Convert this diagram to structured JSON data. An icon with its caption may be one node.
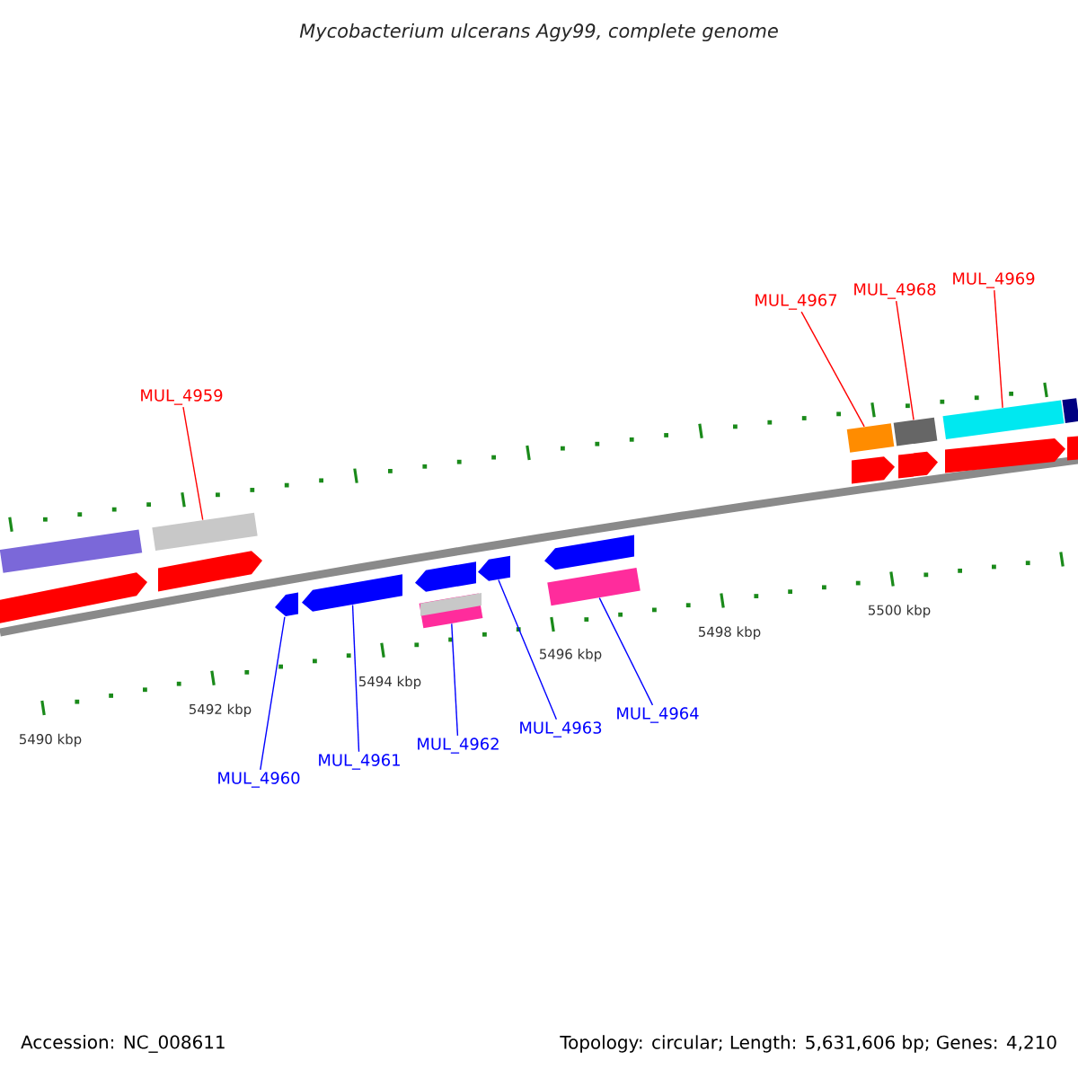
{
  "diagram": {
    "title": "Mycobacterium ulcerans Agy99, complete genome",
    "nodes": [
      {
        "text": [
          "MUL_4959"
        ]
      },
      {
        "text": [],
        "shape": "bar"
      },
      {
        "text": [
          "MUL_4967"
        ]
      },
      {
        "text": [],
        "shape": "bar"
      },
      {
        "text": [
          "MUL_4968"
        ]
      },
      {
        "text": [],
        "shape": "bar"
      },
      {
        "text": [
          "MUL_4969"
        ]
      },
      {
        "text": [],
        "shape": "bar"
      },
      {
        "text": [
          "MUL_4960"
        ]
      },
      {
        "text": [],
        "shape": "arrow"
      },
      {
        "text": [
          "MUL_4961"
        ]
      },
      {
        "text": [],
        "shape": "arrow"
      },
      {
        "text": [
          "MUL_4962"
        ]
      },
      {
        "text": [],
        "shape": "bar"
      },
      {
        "text": [
          "MUL_4963"
        ]
      },
      {
        "text": [],
        "shape": "arrow"
      },
      {
        "text": [
          "MUL_4964"
        ]
      },
      {
        "text": [],
        "shape": "bar"
      },
      {
        "text": [],
        "shape": "bar"
      },
      {
        "text": [],
        "shape": "arrow"
      },
      {
        "text": [],
        "shape": "arrow"
      },
      {
        "text": [],
        "shape": "arrow"
      },
      {
        "text": [],
        "shape": "arrow"
      },
      {
        "text": [],
        "shape": "arrow"
      },
      {
        "text": [],
        "shape": "arrow"
      },
      {
        "text": [],
        "shape": "arrow"
      },
      {
        "text": [],
        "shape": "bar"
      },
      {
        "text": [],
        "shape": "arrow"
      }
    ],
    "edges": [
      {
        "from": 0,
        "to": 1,
        "arrow": "none",
        "color": "#ff0000"
      },
      {
        "from": 2,
        "to": 3,
        "arrow": "none",
        "color": "#ff0000"
      },
      {
        "from": 4,
        "to": 5,
        "arrow": "none",
        "color": "#ff0000"
      },
      {
        "from": 6,
        "to": 7,
        "arrow": "none",
        "color": "#ff0000"
      },
      {
        "from": 8,
        "to": 9,
        "arrow": "none"
      },
      {
        "from": 10,
        "to": 11,
        "arrow": "none"
      },
      {
        "from": 12,
        "to": 13,
        "arrow": "none"
      },
      {
        "from": 14,
        "to": 15,
        "arrow": "none"
      },
      {
        "from": 16,
        "to": 17,
        "arrow": "none"
      }
    ],
    "labels": [
      "5490 kbp",
      "5492 kbp",
      "5494 kbp",
      "5496 kbp",
      "5498 kbp",
      "5500 kbp",
      "Accession: NC_008611",
      "Topology: circular; Length: 5,631,606 bp; Genes: 4,210"
    ]
  }
}
